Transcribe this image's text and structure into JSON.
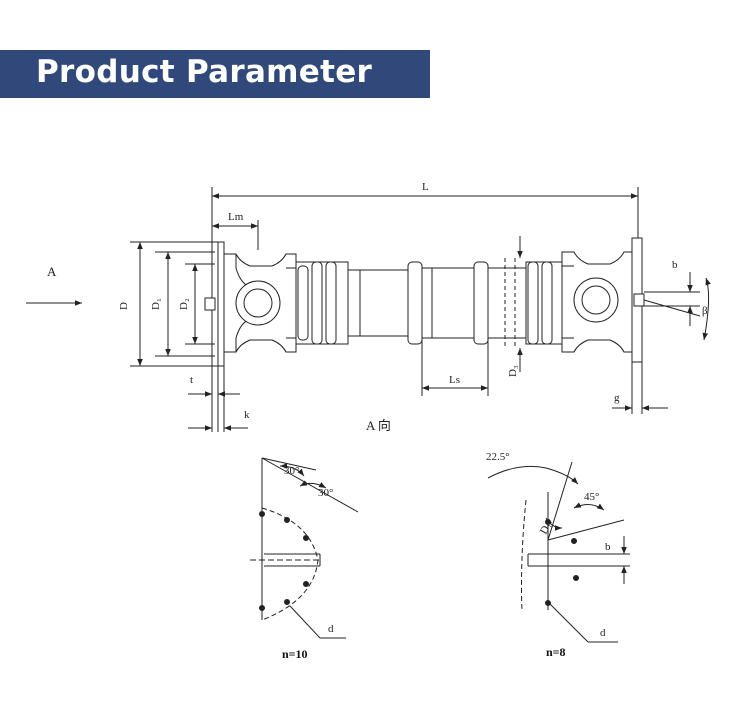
{
  "banner": {
    "title": "Product Parameter",
    "color": "#31497a"
  },
  "main_drawing": {
    "view_arrow": "A",
    "length_label": "L",
    "lm_label": "Lm",
    "ls_label": "Ls",
    "d_label": "D",
    "d1_label": "D₁",
    "d2_label": "D₂",
    "d3_label": "D₃",
    "t_label": "t",
    "k_label": "k",
    "g_label": "g",
    "b_label": "b",
    "beta_label": "β",
    "view_caption": "A 向"
  },
  "flange_left": {
    "angle_1": "30°",
    "angle_2": "30°",
    "hole_label": "d",
    "count_label": "n=10"
  },
  "flange_right": {
    "angle_1": "22.5°",
    "angle_2": "45°",
    "diameter_label": "D₁",
    "key_label": "b",
    "hole_label": "d",
    "count_label": "n=8"
  }
}
